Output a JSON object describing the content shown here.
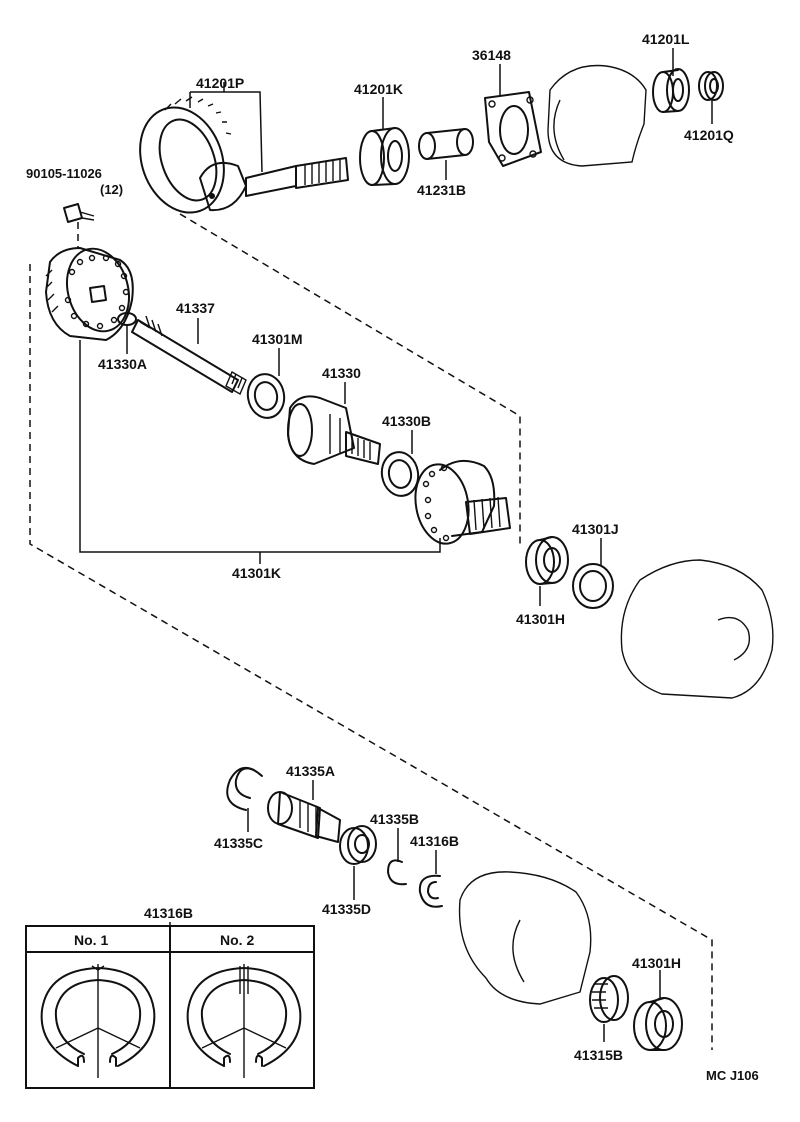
{
  "labels": {
    "p41201P": "41201P",
    "p41201K": "41201K",
    "p36148": "36148",
    "p41201L": "41201L",
    "p41201Q": "41201Q",
    "p41231B": "41231B",
    "p90105": "90105-11026",
    "p90105qty": "(12)",
    "p41337": "41337",
    "p41330A": "41330A",
    "p41301M": "41301M",
    "p41330": "41330",
    "p41330B": "41330B",
    "p41301J": "41301J",
    "p41301K": "41301K",
    "p41301H_top": "41301H",
    "p41335A": "41335A",
    "p41335C": "41335C",
    "p41335B": "41335B",
    "p41316B_mid": "41316B",
    "p41335D": "41335D",
    "p41316B_box": "41316B",
    "p41301H_bot": "41301H",
    "p41315B": "41315B",
    "code": "MC J106"
  },
  "inset": {
    "no1": "No. 1",
    "no2": "No. 2"
  }
}
